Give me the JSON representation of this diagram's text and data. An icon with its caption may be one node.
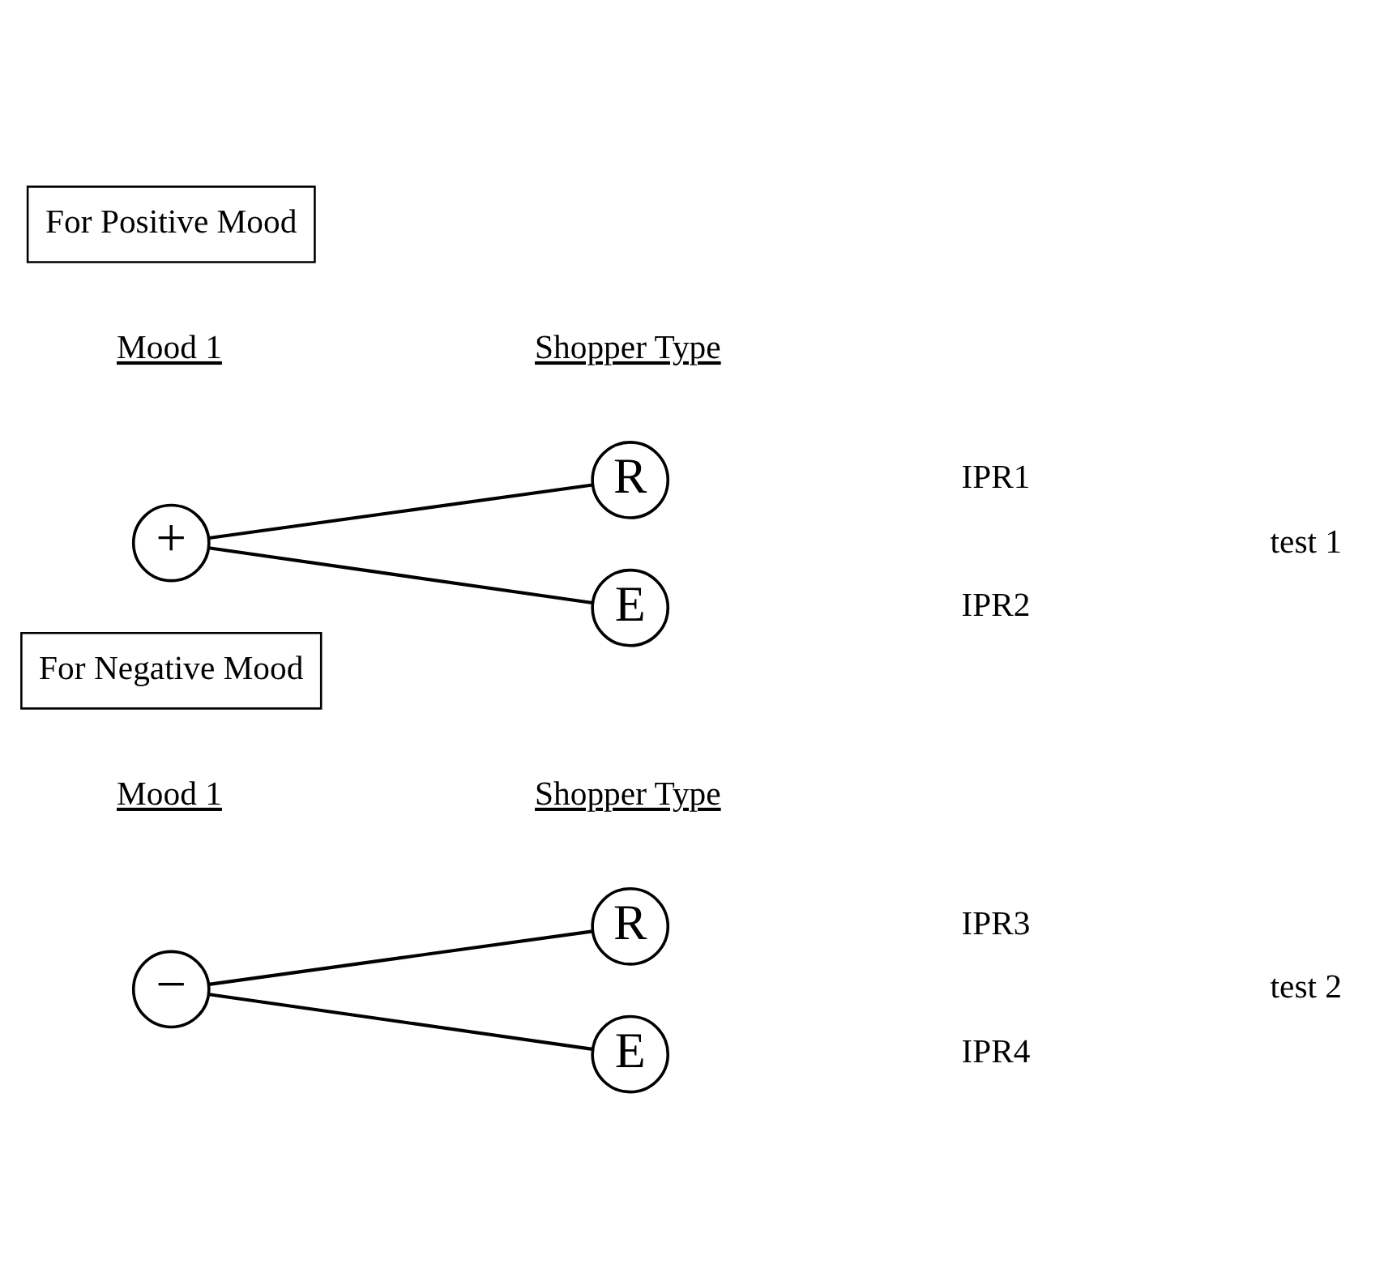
{
  "diagram": {
    "nodes": [
      {
        "text": [
          "For Positive Mood"
        ]
      },
      {
        "text": [
          "+"
        ]
      },
      {
        "text": [
          "R"
        ]
      },
      {
        "text": [
          "E"
        ]
      },
      {
        "text": [
          "For Negative Mood"
        ]
      },
      {
        "text": [
          "−"
        ]
      },
      {
        "text": [
          "R"
        ]
      },
      {
        "text": [
          "E"
        ]
      }
    ],
    "edges": [
      {
        "from": 1,
        "to": 2,
        "arrow": "none"
      },
      {
        "from": 1,
        "to": 3,
        "arrow": "none"
      },
      {
        "from": 5,
        "to": 6,
        "arrow": "none"
      },
      {
        "from": 5,
        "to": 7,
        "arrow": "none"
      }
    ],
    "labels": [
      "Mood 1",
      "Shopper Type",
      "IPR1",
      "IPR2",
      "test 1",
      "Mood 1",
      "Shopper Type",
      "IPR3",
      "IPR4",
      "test 2"
    ]
  }
}
